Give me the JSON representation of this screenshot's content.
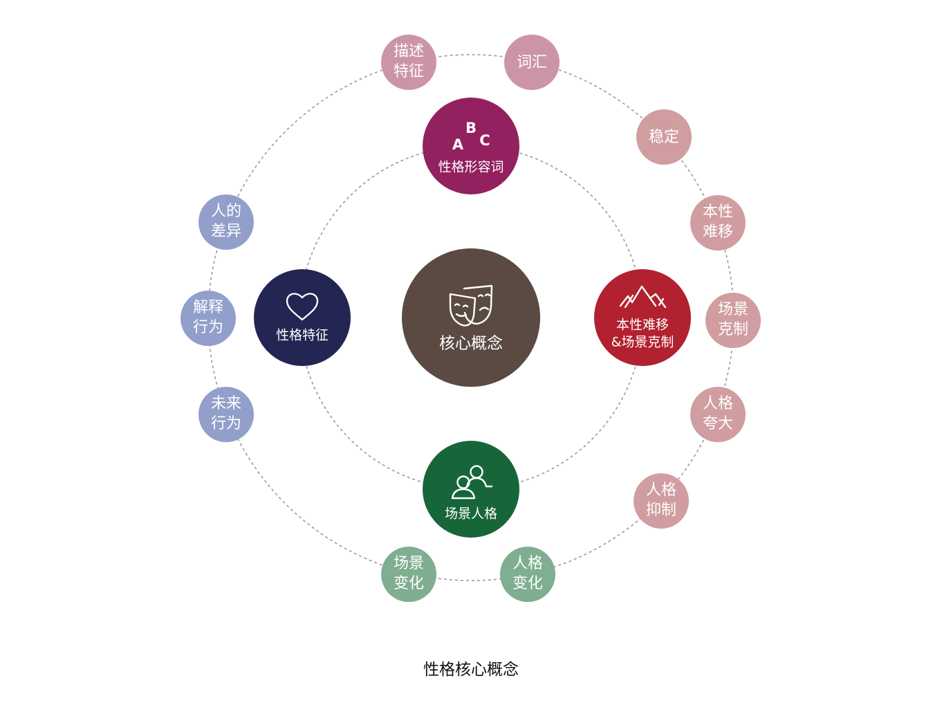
{
  "center": {
    "label": "核心概念",
    "color": "#5a4a42",
    "icon": "theater-masks-icon"
  },
  "themes": [
    {
      "id": "adjectives",
      "label": "性格形容词",
      "color": "#93205f",
      "icon": "abc-letters-icon",
      "icon_letters": [
        "A",
        "B",
        "C"
      ]
    },
    {
      "id": "nature-scene",
      "label_lines": [
        "本性难移",
        "&场景克制"
      ],
      "color": "#b1212f",
      "icon": "mountains-icon"
    },
    {
      "id": "situational",
      "label": "场景人格",
      "color": "#17663a",
      "icon": "people-icon"
    },
    {
      "id": "traits",
      "label": "性格特征",
      "color": "#232553",
      "icon": "heart-icon"
    }
  ],
  "outer_nodes": [
    {
      "id": "describe-traits",
      "lines": [
        "描述",
        "特征"
      ],
      "color": "#cc95a6"
    },
    {
      "id": "vocabulary",
      "lines": [
        "词汇"
      ],
      "color": "#cc95a6"
    },
    {
      "id": "stable",
      "lines": [
        "稳定"
      ],
      "color": "#d09da0"
    },
    {
      "id": "nature-hard-change",
      "lines": [
        "本性",
        "难移"
      ],
      "color": "#d09da0"
    },
    {
      "id": "scene-restraint",
      "lines": [
        "场景",
        "克制"
      ],
      "color": "#d09da0"
    },
    {
      "id": "persona-exaggeration",
      "lines": [
        "人格",
        "夸大"
      ],
      "color": "#d09da0"
    },
    {
      "id": "persona-suppression",
      "lines": [
        "人格",
        "抑制"
      ],
      "color": "#d09da0"
    },
    {
      "id": "persona-change",
      "lines": [
        "人格",
        "变化"
      ],
      "color": "#7fae90"
    },
    {
      "id": "scene-change",
      "lines": [
        "场景",
        "变化"
      ],
      "color": "#7fae90"
    },
    {
      "id": "future-behavior",
      "lines": [
        "未来",
        "行为"
      ],
      "color": "#929fcb"
    },
    {
      "id": "explain-behavior",
      "lines": [
        "解释",
        "行为"
      ],
      "color": "#929fcb"
    },
    {
      "id": "individual-differences",
      "lines": [
        "人的",
        "差异"
      ],
      "color": "#929fcb"
    }
  ],
  "caption": "性格核心概念"
}
